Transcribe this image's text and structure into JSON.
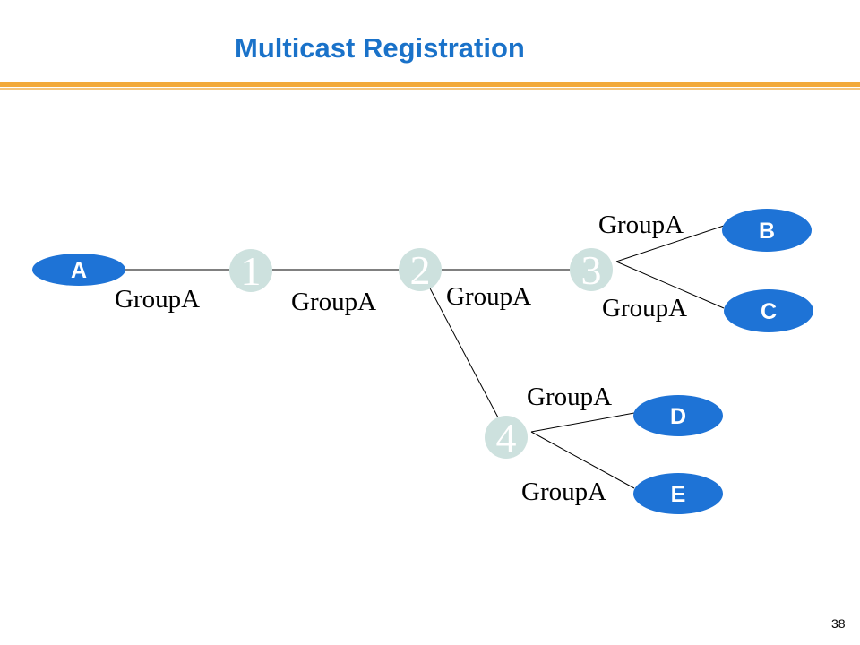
{
  "title": "Multicast Registration",
  "page_number": "38",
  "colors": {
    "title": "#1a72c9",
    "accent_rule": "#f2a93a",
    "router_fill": "#cde1de",
    "router_text": "#ffffff",
    "host_fill": "#1e73d6",
    "host_text": "#ffffff",
    "edge": "#000000"
  },
  "hosts": [
    {
      "id": "A",
      "label": "A"
    },
    {
      "id": "B",
      "label": "B"
    },
    {
      "id": "C",
      "label": "C"
    },
    {
      "id": "D",
      "label": "D"
    },
    {
      "id": "E",
      "label": "E"
    }
  ],
  "routers": [
    {
      "id": "1",
      "label": "1"
    },
    {
      "id": "2",
      "label": "2"
    },
    {
      "id": "3",
      "label": "3"
    },
    {
      "id": "4",
      "label": "4"
    }
  ],
  "edges": [
    {
      "from": "A",
      "to": "1",
      "label": "GroupA"
    },
    {
      "from": "1",
      "to": "2",
      "label": "GroupA"
    },
    {
      "from": "2",
      "to": "3",
      "label": "GroupA"
    },
    {
      "from": "2",
      "to": "4",
      "label": ""
    },
    {
      "from": "3",
      "to": "B",
      "label": "GroupA"
    },
    {
      "from": "3",
      "to": "C",
      "label": "GroupA"
    },
    {
      "from": "4",
      "to": "D",
      "label": "GroupA"
    },
    {
      "from": "4",
      "to": "E",
      "label": "GroupA"
    }
  ]
}
